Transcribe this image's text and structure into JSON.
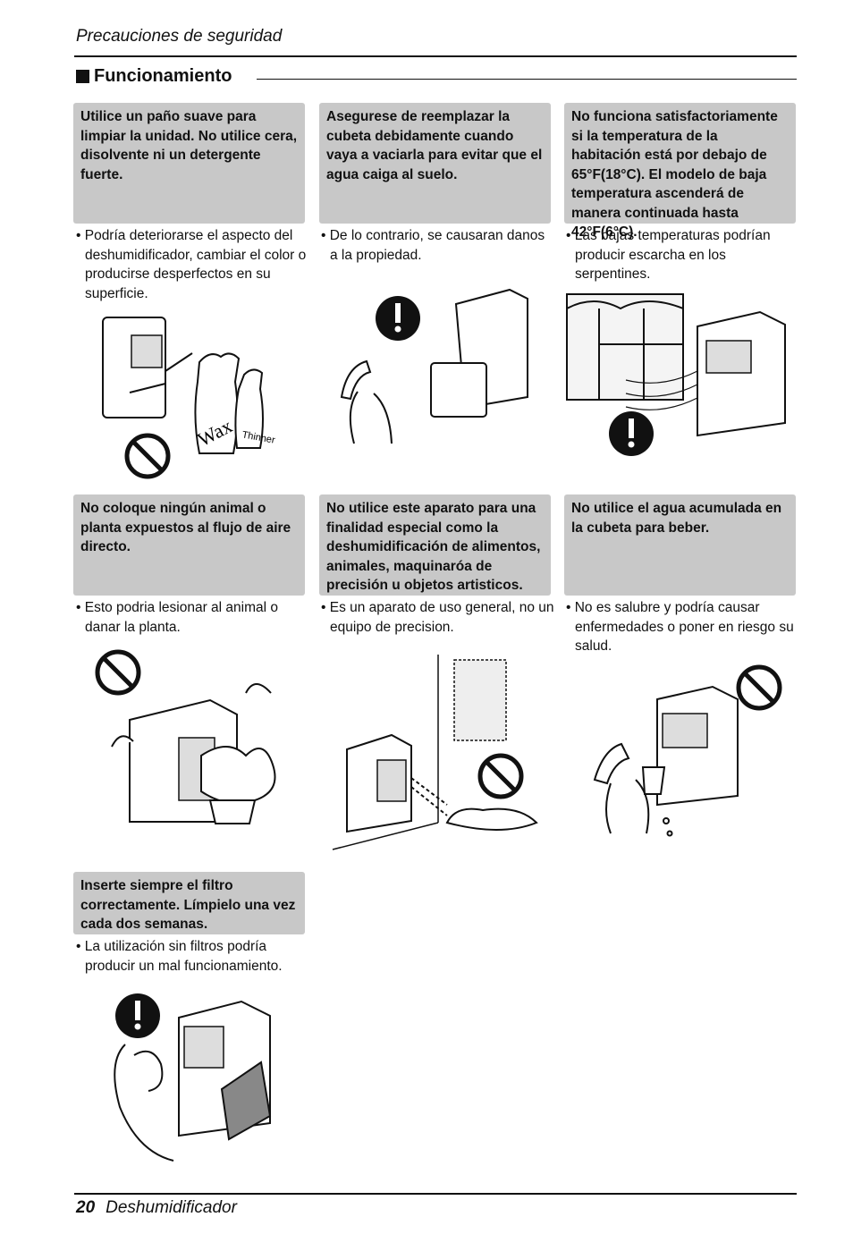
{
  "header": {
    "title": "Precauciones de seguridad"
  },
  "section": {
    "title": "Funcionamiento"
  },
  "cards": [
    {
      "heading": "Utilice un paño suave para limpiar la unidad. No utilice cera, disolvente ni un detergente fuerte.",
      "bullet": "• Podría deteriorarse el aspecto del deshumidificador, cambiar el color o producirse desperfectos en su superficie.",
      "icon": "prohibition-icon",
      "labels": {
        "a": "Wax",
        "b": "Thinner"
      }
    },
    {
      "heading": "Asegurese de reemplazar la cubeta debidamente cuando vaya a vaciarla para evitar que el agua caiga al suelo.",
      "bullet": "• De lo contrario, se causaran danos a la propiedad.",
      "icon": "warning-icon"
    },
    {
      "heading": "No funciona satisfactoriamente si la temperatura de la habitación está por debajo de 65°F(18°C). El modelo de baja temperatura ascenderá de manera continuada hasta 42°F(6°C).",
      "bullet": "• Las bajas temperaturas podrían producir escarcha en los serpentines.",
      "icon": "warning-icon"
    },
    {
      "heading": "No coloque ningún animal o planta expuestos al flujo de aire directo.",
      "bullet": "• Esto podria lesionar al animal o danar la planta.",
      "icon": "prohibition-icon"
    },
    {
      "heading": "No utilice este aparato para una finalidad especial como la deshumidificación de alimentos, animales, maquinaróa de precisión u objetos artisticos.",
      "bullet": "• Es un aparato de uso general, no un equipo de precision.",
      "icon": "prohibition-icon"
    },
    {
      "heading": "No utilice el agua acumulada en la cubeta para beber.",
      "bullet": "• No es salubre y podría causar enfermedades o poner en riesgo su salud.",
      "icon": "prohibition-icon"
    },
    {
      "heading": "Inserte siempre el filtro correctamente. Límpielo una vez cada dos semanas.",
      "bullet": "• La utilización sin filtros podría producir un mal funcionamiento.",
      "icon": "warning-icon"
    }
  ],
  "footer": {
    "page_number": "20",
    "title": "Deshumidificador"
  }
}
